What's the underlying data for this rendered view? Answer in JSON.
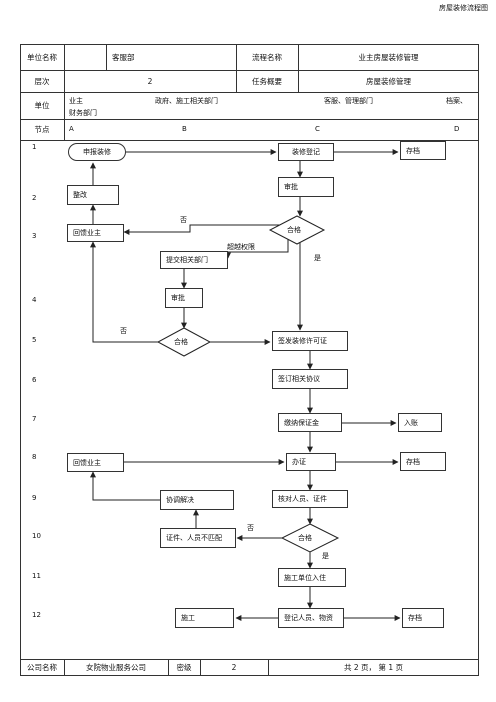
{
  "doc_title": "房屋装修流程图",
  "header": {
    "unit_label": "单位名称",
    "unit_value": "客服部",
    "process_label": "流程名称",
    "process_value": "业主房屋装修管理",
    "level_label": "层次",
    "level_value": "2",
    "task_label": "任务概要",
    "task_value": "房屋装修管理",
    "dept_label": "单位",
    "dept_a": "业主",
    "dept_b": "政府、施工相关部门",
    "dept_c": "客服、管理部门",
    "dept_d": "档案、",
    "dept_d2": "财务部门",
    "node_label": "节点",
    "lane_a": "A",
    "lane_b": "B",
    "lane_c": "C",
    "lane_d": "D"
  },
  "rows": [
    "1",
    "2",
    "3",
    "4",
    "5",
    "6",
    "7",
    "8",
    "9",
    "10",
    "11",
    "12"
  ],
  "nodes": {
    "apply": "申报装修",
    "register": "装修登记",
    "archive1": "存档",
    "rectify": "整改",
    "review1": "审批",
    "feedback1": "回馈业主",
    "qualified1": "合格",
    "submit_dept": "提交相关部门",
    "review2": "审批",
    "qualified2": "合格",
    "issue_permit": "签发装修许可证",
    "sign_agreement": "签订相关协议",
    "pay_deposit": "缴纳保证金",
    "accounting": "入账",
    "feedback2": "回馈业主",
    "handle_cert": "办证",
    "archive2": "存档",
    "coordinate": "协调解决",
    "verify": "核对人员、证件",
    "mismatch": "证件、人员不匹配",
    "qualified3": "合格",
    "enter_site": "施工单位入住",
    "construction": "施工",
    "register_goods": "登记人员、物资",
    "archive3": "存档"
  },
  "edge_labels": {
    "no1": "否",
    "exceed": "超越权限",
    "yes1": "是",
    "no2": "否",
    "no3": "否",
    "yes2": "是"
  },
  "footer": {
    "company_label": "公司名称",
    "company_value": "女院物业服务公司",
    "secret_label": "密级",
    "secret_value": "2",
    "pages": "共 2 页， 第 1 页"
  }
}
